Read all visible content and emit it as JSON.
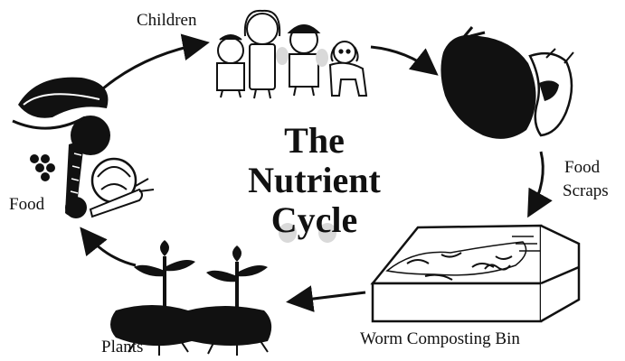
{
  "title": {
    "line1": "The",
    "line2": "Nutrient",
    "line3": "Cycle"
  },
  "stages": {
    "children": "Children",
    "food_scraps_line1": "Food",
    "food_scraps_line2": "Scraps",
    "worm_bin": "Worm Composting Bin",
    "plants": "Plants",
    "food": "Food"
  },
  "icons": [
    "children-icon",
    "food-scraps-icon",
    "worm-bin-icon",
    "plants-icon",
    "food-icon"
  ],
  "colors": {
    "ink": "#111111",
    "background": "#ffffff"
  }
}
